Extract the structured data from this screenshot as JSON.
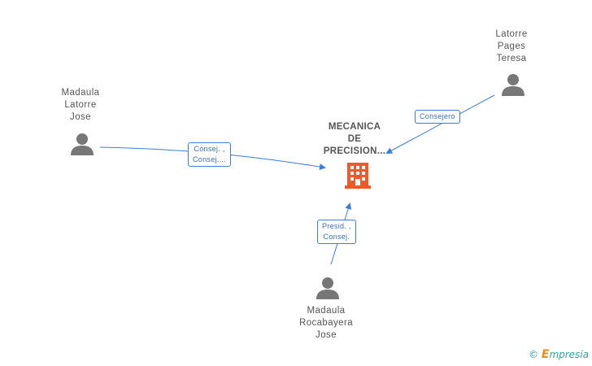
{
  "company": {
    "lines": [
      "MECANICA",
      "DE",
      "PRECISION..."
    ],
    "icon": "building-icon",
    "color": "#f05a28"
  },
  "people": [
    {
      "id": "madaula-latorre",
      "lines": [
        "Madaula",
        "Latorre",
        "Jose"
      ],
      "icon": "person-icon"
    },
    {
      "id": "latorre-pages",
      "lines": [
        "Latorre",
        "Pages",
        "Teresa"
      ],
      "icon": "person-icon"
    },
    {
      "id": "madaula-rocabayera",
      "lines": [
        "Madaula",
        "Rocabayera",
        "Jose"
      ],
      "icon": "person-icon"
    }
  ],
  "edges": [
    {
      "from": "madaula-latorre",
      "lines": [
        "Consej. ,",
        "Consej...."
      ]
    },
    {
      "from": "latorre-pages",
      "lines": [
        "Consejero"
      ]
    },
    {
      "from": "madaula-rocabayera",
      "lines": [
        "Presid. ,",
        "Consej."
      ]
    }
  ],
  "colors": {
    "edge": "#3b7ddd",
    "person": "#777777",
    "company": "#f05a28"
  },
  "watermark": {
    "symbol": "©",
    "brand_first": "E",
    "brand_rest": "mpresia"
  }
}
